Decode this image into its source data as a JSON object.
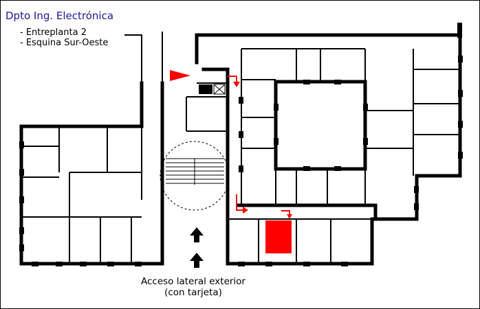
{
  "title": "Dpto Ing. Electrónica",
  "notes": [
    "- Entreplanta 2",
    "- Esquina Sur-Oeste"
  ],
  "access": {
    "line1": "Acceso lateral exterior",
    "line2": "(con tarjeta)"
  },
  "colors": {
    "wall": "#000000",
    "highlight": "#ff0000",
    "title": "#1a1a99",
    "background": "#ffffff"
  }
}
